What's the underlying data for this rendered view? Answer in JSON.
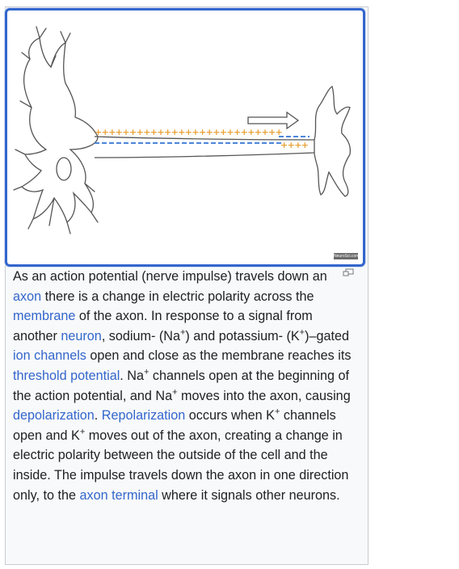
{
  "figure": {
    "image_alt_icon": "neuron-action-potential-diagram",
    "image_credit": "NeuroSci.com",
    "enlarge_icon": "enlarge-icon",
    "caption": {
      "t1": "As an action potential (nerve impulse) travels down an ",
      "link_axon": "axon",
      "t2": " there is a change in electric polarity across the ",
      "link_membrane": "membrane",
      "t3": " of the axon. In response to a signal from another ",
      "link_neuron": "neuron",
      "t4": ", sodium- (Na",
      "sup_plus_1": "+",
      "t5": ") and potassium- (K",
      "sup_plus_2": "+",
      "t6": ")–gated ",
      "link_ion_channels": "ion channels",
      "t7": " open and close as the membrane reaches its ",
      "link_threshold_potential": "threshold potential",
      "t8": ". Na",
      "sup_plus_3": "+",
      "t9": " channels open at the beginning of the action potential, and Na",
      "sup_plus_4": "+",
      "t10": " moves into the axon, causing ",
      "link_depolarization": "depolarization",
      "t11": ". ",
      "link_repolarization": "Repolarization",
      "t12": " occurs when K",
      "sup_plus_5": "+",
      "t13": " channels open and K",
      "sup_plus_6": "+",
      "t14": " moves out of the axon, creating a change in electric polarity between the outside of the cell and the inside. The impulse travels down the axon in one direction only, to the ",
      "link_axon_terminal": "axon terminal",
      "t15": " where it signals other neurons."
    }
  },
  "colors": {
    "link": "#3366cc",
    "frame_border": "#3366cc",
    "plus_signs": "#e8a33b",
    "minus_dashes": "#4a86d8",
    "caption_bg": "#f8f9fa"
  }
}
